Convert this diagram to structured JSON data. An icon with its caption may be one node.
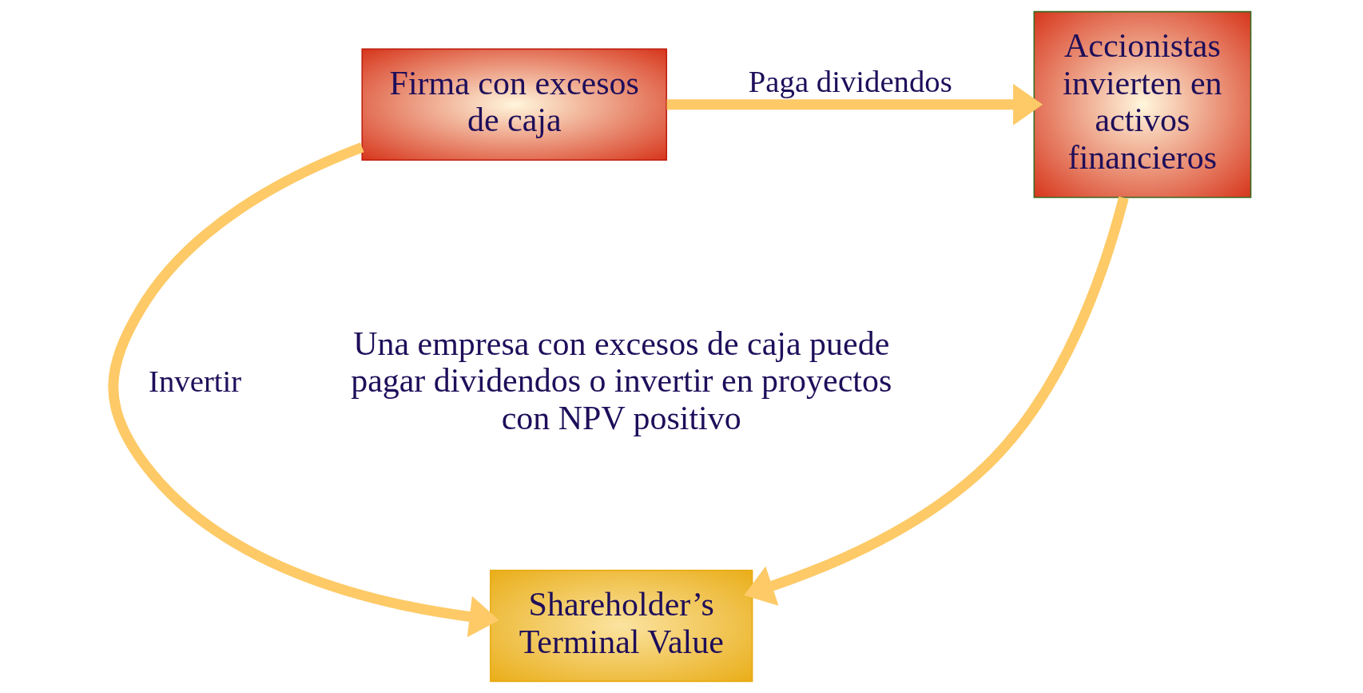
{
  "diagram": {
    "nodes": [
      {
        "text": [
          "Firma con excesos de caja"
        ]
      },
      {
        "text": [
          "Accionistas invierten en activos financieros"
        ]
      },
      {
        "text": [
          "Shareholder’s Terminal Value"
        ]
      }
    ],
    "edges": [
      {
        "from": 0,
        "to": 1,
        "arrow": "to",
        "label": "Paga dividendos"
      },
      {
        "from": 0,
        "to": 2,
        "arrow": "to",
        "label": "Invertir"
      },
      {
        "from": 1,
        "to": 2,
        "arrow": "to"
      }
    ],
    "labels": [
      "Una empresa con excesos de caja puede pagar dividendos o invertir en proyectos con NPV positivo"
    ]
  }
}
